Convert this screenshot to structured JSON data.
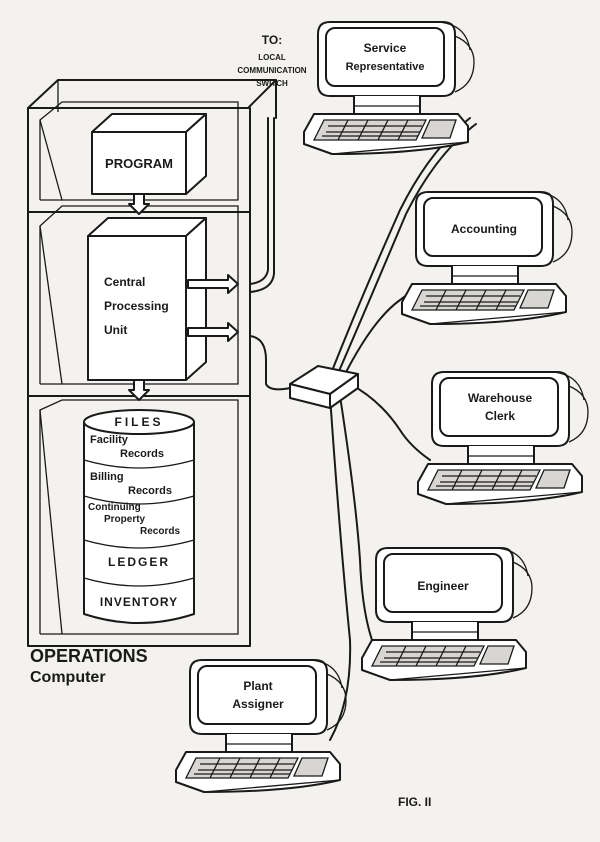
{
  "diagram": {
    "switch_label": [
      "TO:",
      "LOCAL",
      "COMMUNICATION",
      "SWITCH"
    ],
    "program_label": "PROGRAM",
    "cpu_label": [
      "Central",
      "Processing",
      "Unit"
    ],
    "files_label": "FILES",
    "records": {
      "facility": [
        "Facility",
        "Records"
      ],
      "billing": [
        "Billing",
        "Records"
      ],
      "continuing": [
        "Continuing",
        "Property",
        "Records"
      ],
      "ledger": "LEDGER",
      "inventory": "INVENTORY"
    },
    "computer_title": "OPERATIONS",
    "computer_subtitle": "Computer",
    "terminals": {
      "service": [
        "Service",
        "Representative"
      ],
      "accounting": [
        "Accounting"
      ],
      "warehouse": [
        "Warehouse",
        "Clerk"
      ],
      "engineer": [
        "Engineer"
      ],
      "plant": [
        "Plant",
        "Assigner"
      ]
    },
    "figure_label": "FIG. II"
  }
}
